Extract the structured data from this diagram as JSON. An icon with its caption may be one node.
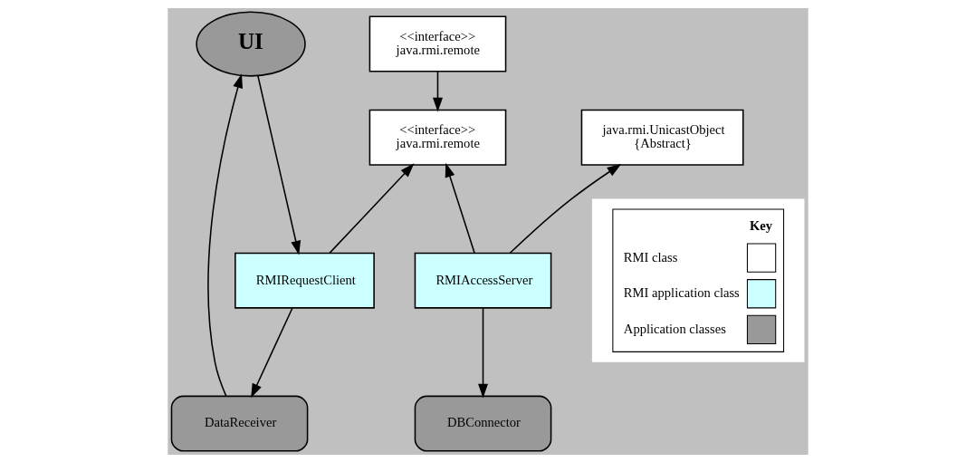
{
  "diagram": {
    "nodes": [
      {
        "text": [
          "UI"
        ]
      },
      {
        "text": [
          "<<interface>>",
          "java.rmi.remote"
        ]
      },
      {
        "text": [
          "<<interface>>",
          "java.rmi.remote"
        ]
      },
      {
        "text": [
          "java.rmi.UnicastObject",
          "{Abstract}"
        ]
      },
      {
        "text": [
          "RMIRequestClient"
        ]
      },
      {
        "text": [
          "RMIAccessServer"
        ]
      },
      {
        "text": [
          "DataReceiver"
        ]
      },
      {
        "text": [
          "DBConnector"
        ]
      }
    ],
    "edges": [
      {
        "from": 0,
        "to": 4,
        "arrow": "to"
      },
      {
        "from": 6,
        "to": 0,
        "arrow": "to"
      },
      {
        "from": 1,
        "to": 2,
        "arrow": "to"
      },
      {
        "from": 4,
        "to": 2,
        "arrow": "to"
      },
      {
        "from": 5,
        "to": 2,
        "arrow": "to"
      },
      {
        "from": 5,
        "to": 3,
        "arrow": "to"
      },
      {
        "from": 4,
        "to": 6,
        "arrow": "to"
      },
      {
        "from": 5,
        "to": 7,
        "arrow": "to"
      }
    ],
    "labels": [
      "Key"
    ],
    "legend": [
      {
        "text": "RMI class",
        "color": "#ffffff"
      },
      {
        "text": "RMI application class",
        "color": "#ccffff"
      },
      {
        "text": "Application classes",
        "color": "#999999"
      }
    ]
  }
}
